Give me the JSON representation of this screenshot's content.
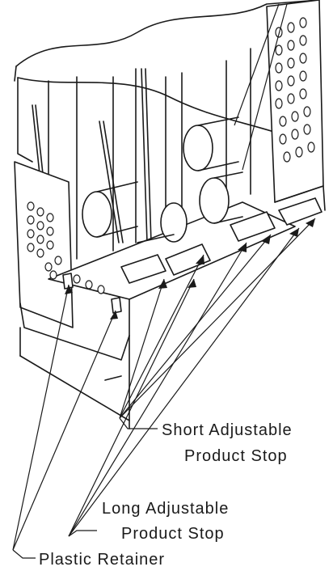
{
  "callouts": {
    "short_stop": {
      "line1": "Short Adjustable",
      "line2": "Product Stop"
    },
    "long_stop": {
      "line1": "Long Adjustable",
      "line2": "Product Stop"
    },
    "retainer": {
      "line1": "Plastic Retainer"
    }
  },
  "colors": {
    "ink": "#1a1a1a",
    "paper": "#ffffff",
    "shade": "#d9d9d9"
  }
}
